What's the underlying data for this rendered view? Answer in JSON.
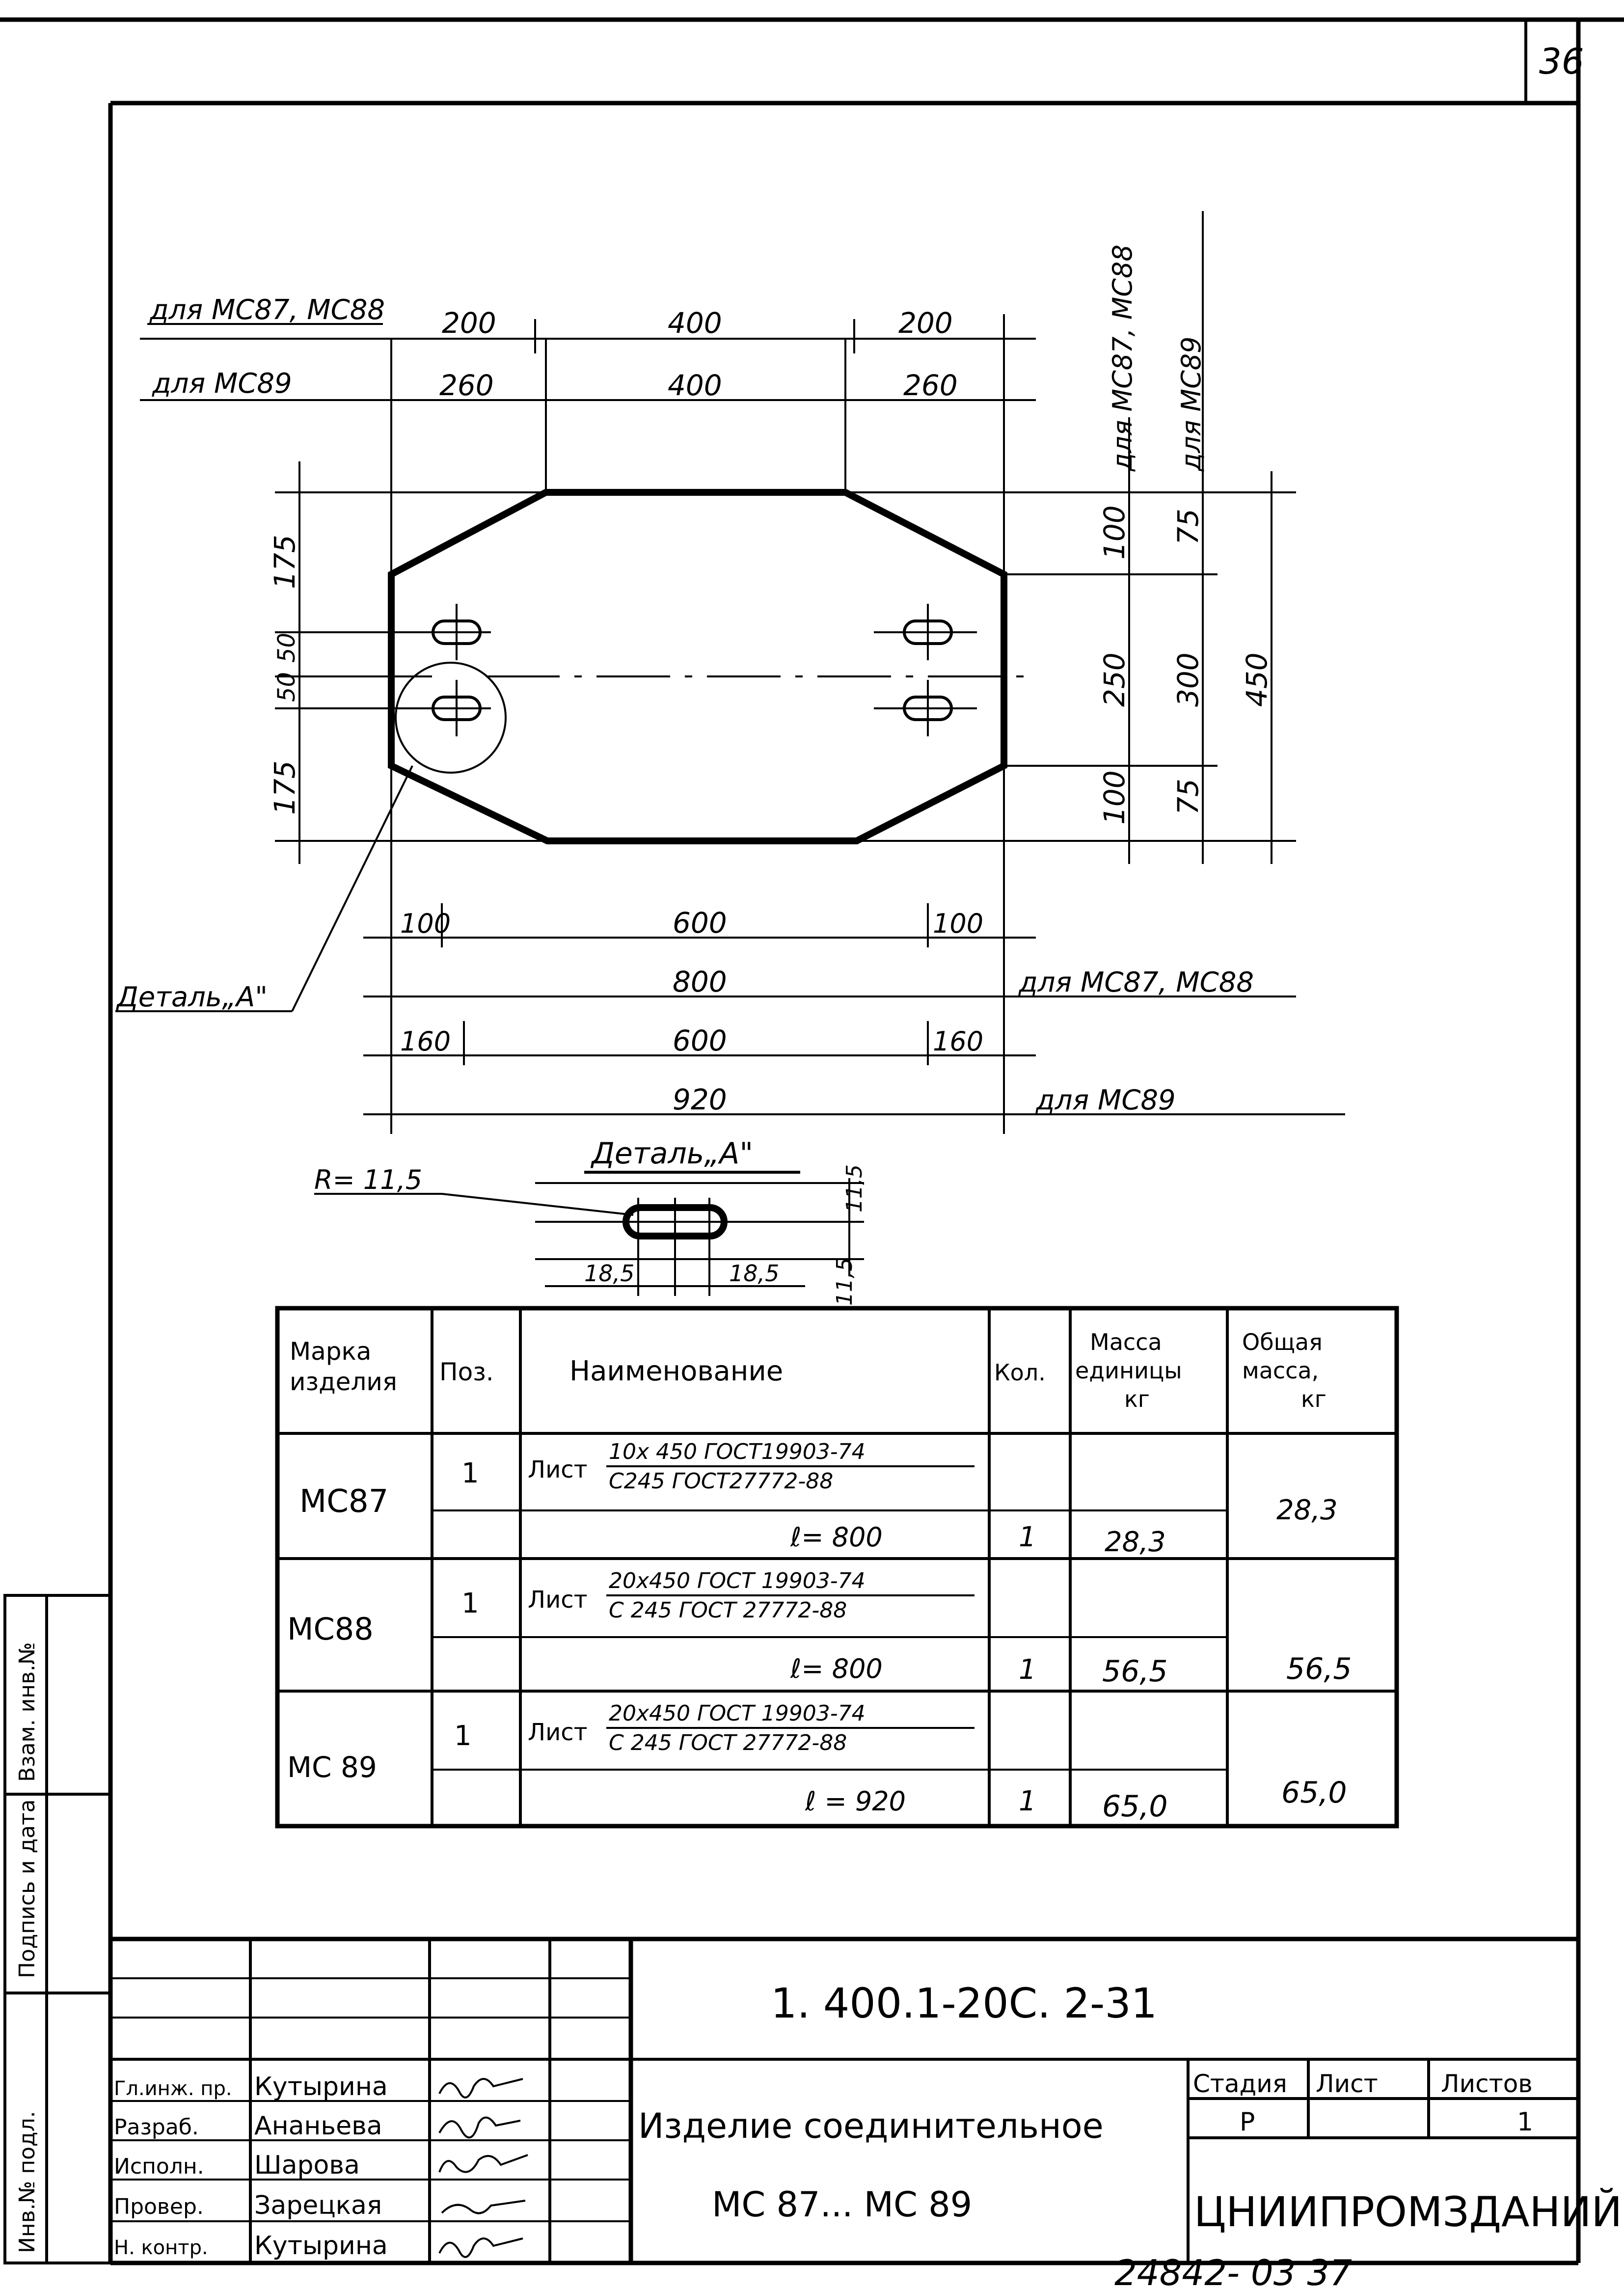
{
  "page": {
    "sheet_number": "36",
    "footer_code": "24842- 03  37"
  },
  "drawing": {
    "top_dims": {
      "row1_label": "для МС87, МС88",
      "row1": [
        "200",
        "400",
        "200"
      ],
      "row2_label": "для МС89",
      "row2": [
        "260",
        "400",
        "260"
      ]
    },
    "right_dims": {
      "col1_label": "для МС87, МС88",
      "col1": [
        "100",
        "250",
        "100"
      ],
      "col2_label": "для МС89",
      "col2": [
        "75",
        "300",
        "75"
      ],
      "total": "450"
    },
    "left_dims": [
      "175",
      "50",
      "50",
      "175"
    ],
    "bottom_dims": {
      "row1": [
        "100",
        "600",
        "100"
      ],
      "row2_total": "800",
      "row2_label": "для МС87, МС88",
      "row3": [
        "160",
        "600",
        "160"
      ],
      "row4_total": "920",
      "row4_label": "для   МС89"
    },
    "detail_callout": "Деталь„А\"",
    "detail": {
      "title": "Деталь„А\"",
      "radius": "R= 11,5",
      "dim_left": "18,5",
      "dim_right": "18,5",
      "dim_top": "11,5",
      "dim_bottom": "11,5"
    }
  },
  "spec_table": {
    "headers": [
      "Марка изделия",
      "Поз.",
      "Наименование",
      "Кол.",
      "Масса единицы кг",
      "Общая масса, кг"
    ],
    "rows": [
      {
        "mark": "МС87",
        "pos": "1",
        "sheet": "Лист",
        "line1": "10х 450 ГОСТ19903-74",
        "line2": "С245 ГОСТ27772-88",
        "length": "ℓ= 800",
        "qty": "1",
        "unit_mass": "28,3",
        "total_mass": "28,3"
      },
      {
        "mark": "МС88",
        "pos": "1",
        "sheet": "Лист",
        "line1": "20х450  ГОСТ 19903-74",
        "line2": "С 245  ГОСТ 27772-88",
        "length": "ℓ= 800",
        "qty": "1",
        "unit_mass": "56,5",
        "total_mass": "56,5"
      },
      {
        "mark": "МС 89",
        "pos": "1",
        "sheet": "Лист",
        "line1": "20х450 ГОСТ 19903-74",
        "line2": "С 245 ГОСТ 27772-88",
        "length": "ℓ = 920",
        "qty": "1",
        "unit_mass": "65,0",
        "total_mass": "65,0"
      }
    ]
  },
  "side_stamp": [
    "Инв.№ подл.",
    "Подпись и дата",
    "Взам. инв.№"
  ],
  "title_block": {
    "designation": "1. 400.1-20С. 2-31",
    "roles": [
      "Гл.инж. пр.",
      "Разраб.",
      "Исполн.",
      "Провер.",
      "Н. контр."
    ],
    "names": [
      "Кутырина",
      "Ананьева",
      "Шарова",
      "Зарецкая",
      "Кутырина"
    ],
    "name_line1": "Изделие соединительное",
    "name_line2": "МС 87... МС 89",
    "stage_header": "Стадия",
    "sheet_header": "Лист",
    "sheets_header": "Листов",
    "stage": "Р",
    "sheet": "",
    "sheets": "1",
    "organization": "ЦНИИПРОМЗДАНИЙ"
  }
}
